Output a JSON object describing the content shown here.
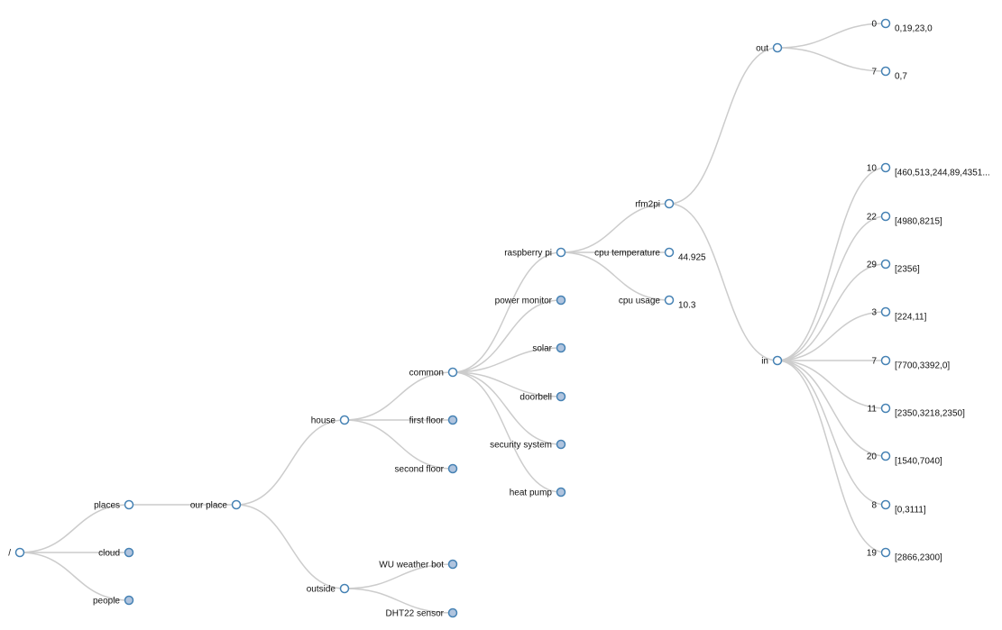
{
  "tree": {
    "nodes": [
      {
        "id": "root",
        "label": "/",
        "state": "expanded"
      },
      {
        "id": "places",
        "label": "places",
        "state": "expanded"
      },
      {
        "id": "cloud",
        "label": "cloud",
        "state": "collapsed"
      },
      {
        "id": "people",
        "label": "people",
        "state": "collapsed"
      },
      {
        "id": "our-place",
        "label": "our place",
        "state": "expanded"
      },
      {
        "id": "house",
        "label": "house",
        "state": "expanded"
      },
      {
        "id": "outside",
        "label": "outside",
        "state": "expanded"
      },
      {
        "id": "common",
        "label": "common",
        "state": "expanded"
      },
      {
        "id": "first-floor",
        "label": "first floor",
        "state": "collapsed"
      },
      {
        "id": "second-floor",
        "label": "second floor",
        "state": "collapsed"
      },
      {
        "id": "wu-weather-bot",
        "label": "WU weather bot",
        "state": "collapsed"
      },
      {
        "id": "dht22-sensor",
        "label": "DHT22 sensor",
        "state": "collapsed"
      },
      {
        "id": "raspberry-pi",
        "label": "raspberry pi",
        "state": "expanded"
      },
      {
        "id": "power-monitor",
        "label": "power monitor",
        "state": "collapsed"
      },
      {
        "id": "solar",
        "label": "solar",
        "state": "collapsed"
      },
      {
        "id": "doorbell",
        "label": "doorbell",
        "state": "collapsed"
      },
      {
        "id": "security-system",
        "label": "security system",
        "state": "collapsed"
      },
      {
        "id": "heat-pump",
        "label": "heat pump",
        "state": "collapsed"
      },
      {
        "id": "rfm2pi",
        "label": "rfm2pi",
        "state": "expanded"
      },
      {
        "id": "cpu-temperature",
        "label": "cpu temperature",
        "state": "expanded",
        "value": "44.925"
      },
      {
        "id": "cpu-usage",
        "label": "cpu usage",
        "state": "expanded",
        "value": "10.3"
      },
      {
        "id": "out",
        "label": "out",
        "state": "expanded"
      },
      {
        "id": "in",
        "label": "in",
        "state": "expanded"
      },
      {
        "id": "out-0",
        "label": "0",
        "state": "expanded",
        "value": "0,19,23,0"
      },
      {
        "id": "out-7",
        "label": "7",
        "state": "expanded",
        "value": "0,7"
      },
      {
        "id": "in-10",
        "label": "10",
        "state": "expanded",
        "value": "[460,513,244,89,4351..."
      },
      {
        "id": "in-22",
        "label": "22",
        "state": "expanded",
        "value": "[4980,8215]"
      },
      {
        "id": "in-29",
        "label": "29",
        "state": "expanded",
        "value": "[2356]"
      },
      {
        "id": "in-3",
        "label": "3",
        "state": "expanded",
        "value": "[224,11]"
      },
      {
        "id": "in-7",
        "label": "7",
        "state": "expanded",
        "value": "[7700,3392,0]"
      },
      {
        "id": "in-11",
        "label": "11",
        "state": "expanded",
        "value": "[2350,3218,2350]"
      },
      {
        "id": "in-20",
        "label": "20",
        "state": "expanded",
        "value": "[1540,7040]"
      },
      {
        "id": "in-8",
        "label": "8",
        "state": "expanded",
        "value": "[0,3111]"
      },
      {
        "id": "in-19",
        "label": "19",
        "state": "expanded",
        "value": "[2866,2300]"
      }
    ],
    "edges": [
      [
        "root",
        "places"
      ],
      [
        "root",
        "cloud"
      ],
      [
        "root",
        "people"
      ],
      [
        "places",
        "our-place"
      ],
      [
        "our-place",
        "house"
      ],
      [
        "our-place",
        "outside"
      ],
      [
        "house",
        "common"
      ],
      [
        "house",
        "first-floor"
      ],
      [
        "house",
        "second-floor"
      ],
      [
        "outside",
        "wu-weather-bot"
      ],
      [
        "outside",
        "dht22-sensor"
      ],
      [
        "common",
        "raspberry-pi"
      ],
      [
        "common",
        "power-monitor"
      ],
      [
        "common",
        "solar"
      ],
      [
        "common",
        "doorbell"
      ],
      [
        "common",
        "security-system"
      ],
      [
        "common",
        "heat-pump"
      ],
      [
        "raspberry-pi",
        "rfm2pi"
      ],
      [
        "raspberry-pi",
        "cpu-temperature"
      ],
      [
        "raspberry-pi",
        "cpu-usage"
      ],
      [
        "rfm2pi",
        "out"
      ],
      [
        "rfm2pi",
        "in"
      ],
      [
        "out",
        "out-0"
      ],
      [
        "out",
        "out-7"
      ],
      [
        "in",
        "in-10"
      ],
      [
        "in",
        "in-22"
      ],
      [
        "in",
        "in-29"
      ],
      [
        "in",
        "in-3"
      ],
      [
        "in",
        "in-7"
      ],
      [
        "in",
        "in-11"
      ],
      [
        "in",
        "in-20"
      ],
      [
        "in",
        "in-8"
      ],
      [
        "in",
        "in-19"
      ]
    ]
  },
  "colors": {
    "node_stroke": "#4682b4",
    "node_collapsed_fill": "#b0c4de",
    "node_expanded_fill": "#ffffff",
    "link": "#cccccc"
  }
}
